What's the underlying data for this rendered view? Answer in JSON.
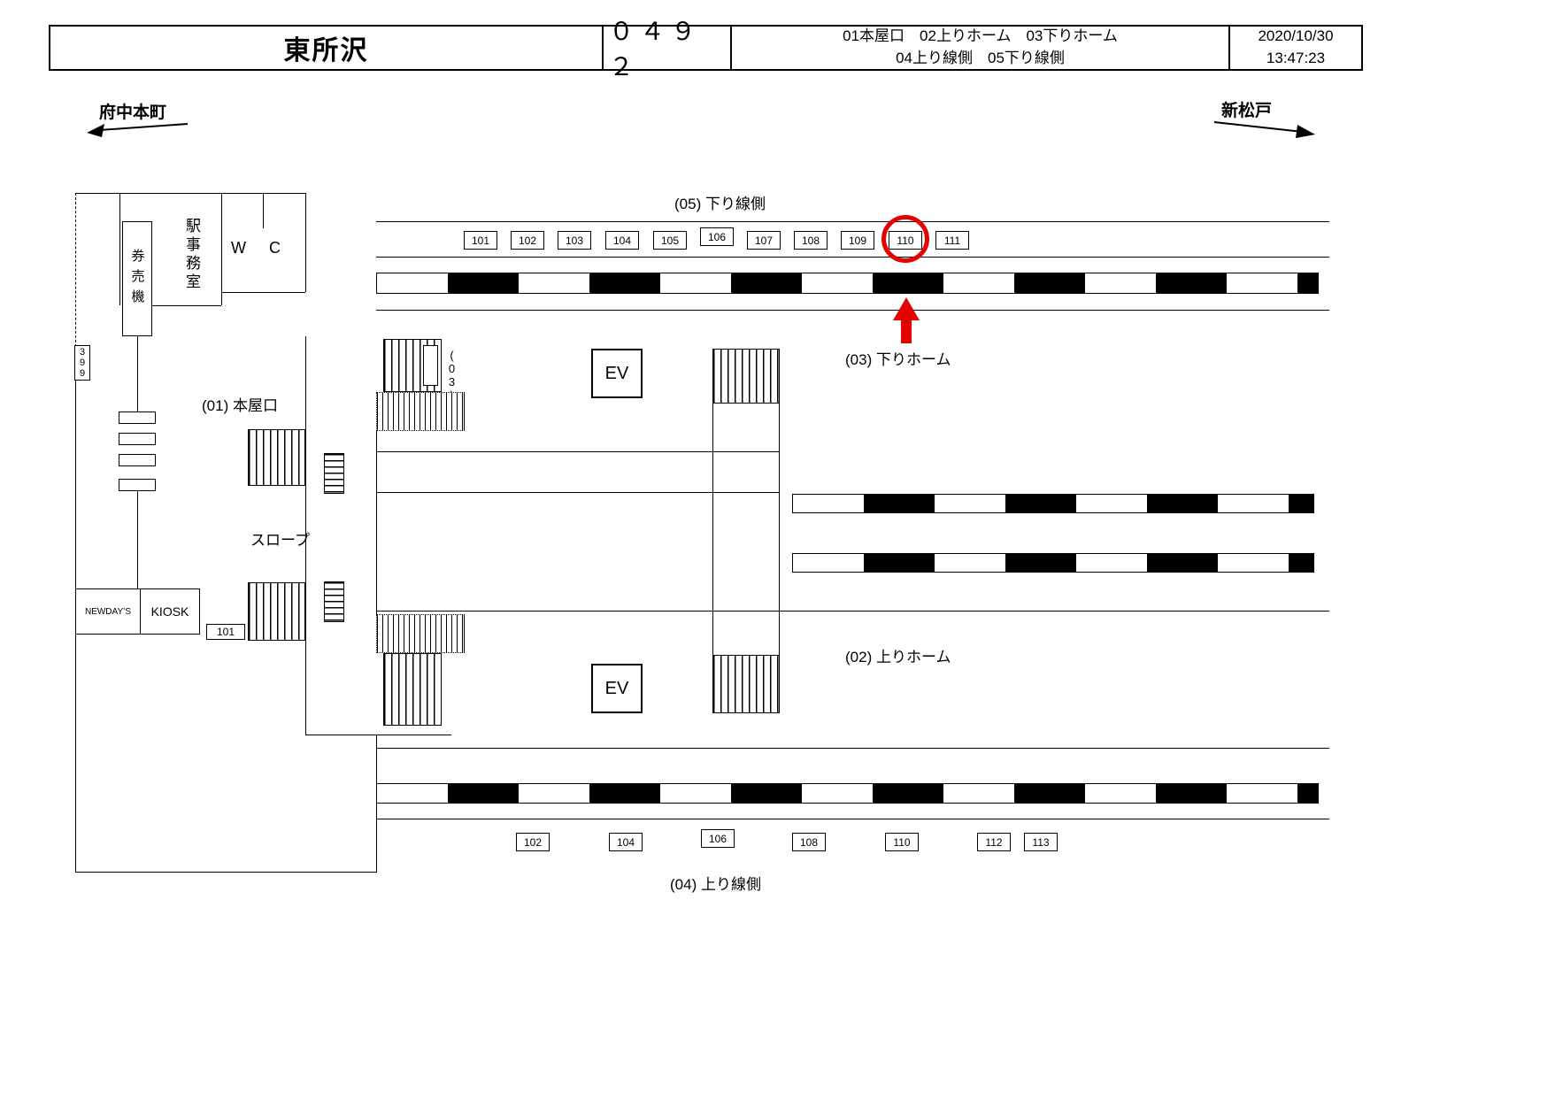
{
  "header": {
    "station_name": "東所沢",
    "board_no": "０４９２",
    "legend_line1": "01本屋口　02上りホーム　03下りホーム",
    "legend_line2": "04上り線側　05下り線側",
    "date": "2020/10/30",
    "time": "13:47:23"
  },
  "directions": {
    "left": "府中本町",
    "right": "新松戸"
  },
  "labels": {
    "down_lineside": "(05) 下り線側",
    "down_platform": "(03) 下りホーム",
    "up_platform": "(02) 上りホーム",
    "up_lineside": "(04) 上り線側",
    "main_entrance": "(01) 本屋口",
    "slope": "スロープ",
    "stair_03": "(03)",
    "ev": "EV"
  },
  "building": {
    "ticket_machine": "券売機",
    "station_office": "駅事務室",
    "wc_left": "W",
    "wc_right": "C",
    "newdays": "NEWDAY’S",
    "kiosk": "KIOSK",
    "left_edge_no": "399",
    "concourse_sign": "101"
  },
  "down_lineside_signs": [
    "101",
    "102",
    "103",
    "104",
    "105",
    "106",
    "107",
    "108",
    "109",
    "110",
    "111"
  ],
  "up_lineside_signs": [
    "102",
    "104",
    "106",
    "108",
    "110",
    "112",
    "113"
  ],
  "highlight": {
    "selected_sign": "110",
    "color": "#e60000"
  }
}
